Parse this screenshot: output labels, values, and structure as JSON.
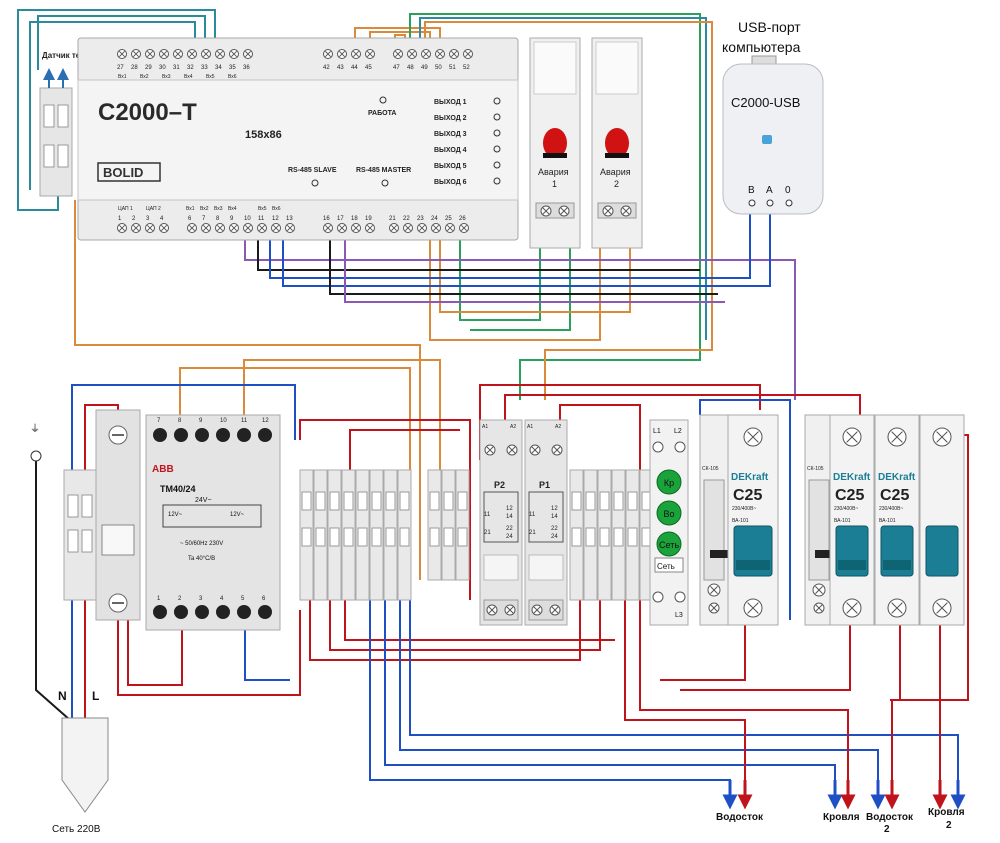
{
  "controller": {
    "model": "С2000–Т",
    "size": "158x86",
    "brand": "BOLID",
    "work_label": "РАБОТА",
    "rs485_slave": "RS-485 SLAVE",
    "rs485_master": "RS-485 MASTER",
    "outputs": [
      "ВЫХОД 1",
      "ВЫХОД 2",
      "ВЫХОД 3",
      "ВЫХОД 4",
      "ВЫХОД 5",
      "ВЫХОД 6"
    ],
    "top_terminals_left": [
      "27",
      "28",
      "29",
      "30",
      "31",
      "32",
      "33",
      "34",
      "35",
      "36"
    ],
    "top_group_labels": [
      "Вх1",
      "Вх2",
      "Вх3",
      "Вх4",
      "Вх5",
      "Вх6"
    ],
    "top_terminals_mid": [
      "42",
      "43",
      "44",
      "45"
    ],
    "top_terminals_right": [
      "47",
      "48",
      "49",
      "50",
      "51",
      "52"
    ],
    "bottom_terminals_left": [
      "1",
      "2",
      "3",
      "4",
      "6",
      "7",
      "8",
      "9",
      "10",
      "11",
      "12",
      "13"
    ],
    "bottom_group_labels": [
      "ЦАП 1",
      "ЦАП 2",
      "Вх1",
      "Вх2",
      "Вх3",
      "Вх4",
      "Вх5",
      "Вх6"
    ],
    "bottom_terminals_right": [
      "16",
      "17",
      "18",
      "19",
      "21",
      "22",
      "23",
      "24",
      "25",
      "26"
    ]
  },
  "sensor": {
    "label": "Датчик температуры"
  },
  "alarms": [
    {
      "label": "Авария",
      "num": "1"
    },
    {
      "label": "Авария",
      "num": "2"
    }
  ],
  "usb": {
    "top_label_1": "USB-порт",
    "top_label_2": "компьютера",
    "name": "С2000-USB",
    "pins": [
      "В",
      "А",
      "0"
    ]
  },
  "transformer": {
    "brand": "ABB",
    "model": "TM40/24",
    "voltage_top": "24V~",
    "voltage_left": "12V~",
    "voltage_right": "12V~",
    "spec": "~ 50/60Hz 230V",
    "temp": "Ta 40°C/B",
    "top_terminals": [
      "7",
      "8",
      "9",
      "10",
      "11",
      "12"
    ],
    "bottom_terminals": [
      "1",
      "2",
      "3",
      "4",
      "5",
      "6"
    ]
  },
  "relays": [
    {
      "name": "Р2",
      "pins_top": [
        "A1",
        "A2"
      ],
      "pins_mid": [
        "12",
        "14",
        "22",
        "24"
      ],
      "pins_left": [
        "11",
        "21"
      ]
    },
    {
      "name": "Р1",
      "pins_top": [
        "A1",
        "A2"
      ],
      "pins_mid": [
        "12",
        "14",
        "22",
        "24"
      ],
      "pins_left": [
        "11",
        "21"
      ]
    }
  ],
  "indicator": {
    "top_pins": [
      "L1",
      "L2"
    ],
    "lamps": [
      "Кр",
      "Во",
      "Сеть"
    ],
    "label": "Сеть",
    "bottom_pins": [
      "L3"
    ]
  },
  "breakers": [
    {
      "brand": "DEKraft",
      "rating": "C25",
      "voltage": "230/400В~",
      "series": "ВА-101"
    },
    {
      "brand": "DEKraft",
      "rating": "C25",
      "voltage": "230/400В~",
      "series": "ВА-101"
    },
    {
      "brand": "DEKraft",
      "rating": "C25",
      "voltage": "230/400В~",
      "series": "ВА-101"
    }
  ],
  "contactors": [
    {
      "label": "СК-105"
    },
    {
      "label": "СК-105"
    }
  ],
  "mains": {
    "label": "Сеть 220В",
    "n": "N",
    "l": "L"
  },
  "outputs_labels": {
    "vodostok": "Водосток",
    "krovlya": "Кровля",
    "vodostok2_a": "Водосток",
    "vodostok2_b": "2",
    "krovlya2_a": "Кровля",
    "krovlya2_b": "2"
  },
  "colors": {
    "red": "#c0141c",
    "blue": "#1f4fc4",
    "orange": "#d98a3b",
    "green": "#2ba05a",
    "purple": "#8a59b7",
    "teal": "#2b8a9c",
    "black": "#1a1a1a",
    "device": "#e8e8e8",
    "device_edge": "#b5b5b5",
    "lamp_green": "#1aa33a",
    "lamp_red": "#d01212",
    "breaker_blue": "#1b7e95"
  }
}
